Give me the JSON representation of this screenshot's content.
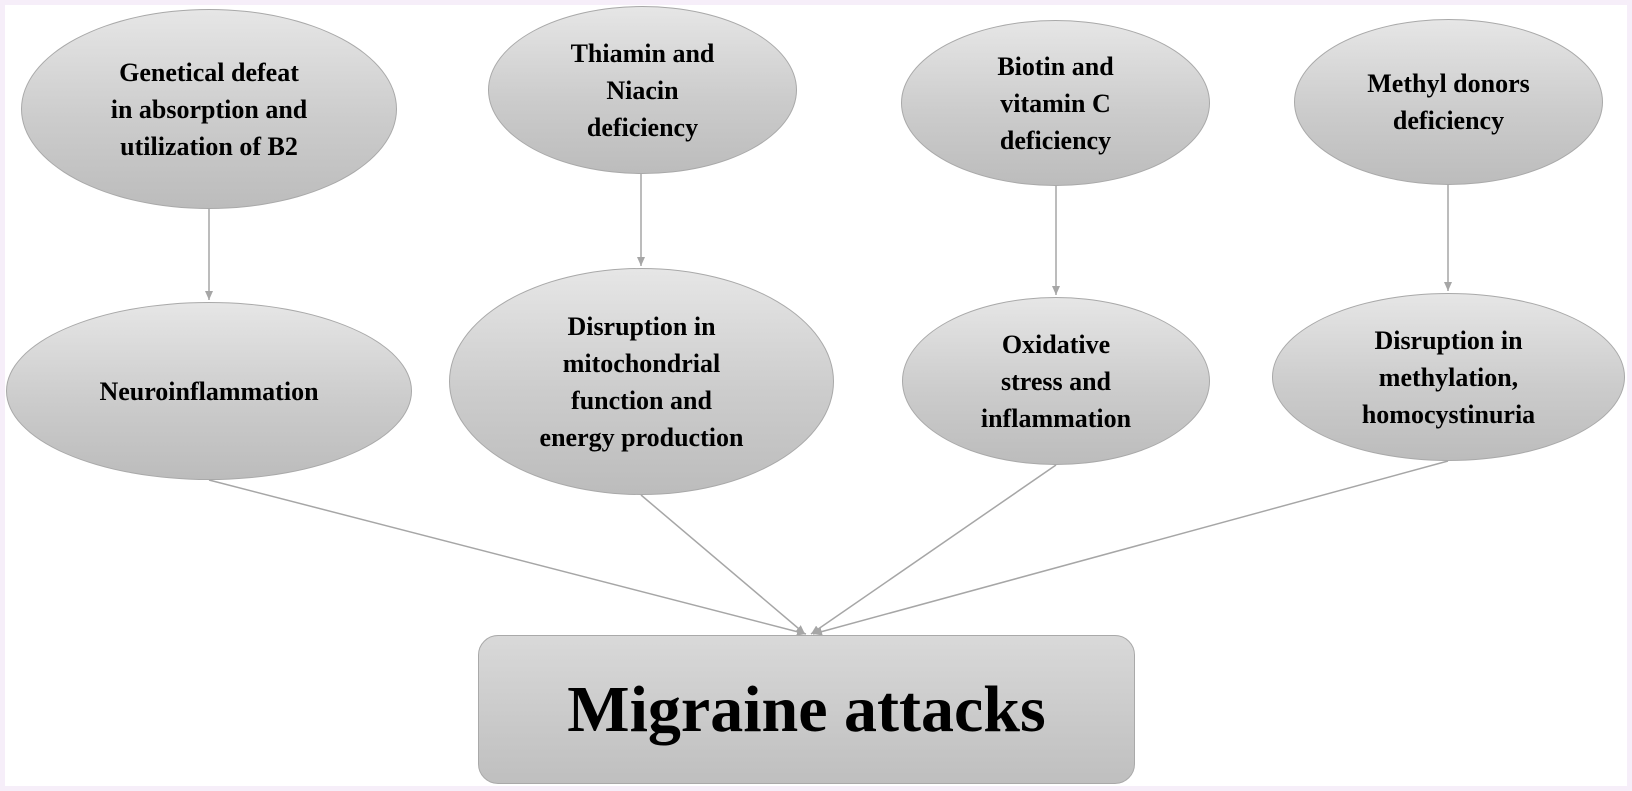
{
  "causes": [
    {
      "label": "Genetical defeat\nin absorption and\nutilization of B2"
    },
    {
      "label": "Thiamin and\nNiacin\ndeficiency"
    },
    {
      "label": "Biotin and\nvitamin C\ndeficiency"
    },
    {
      "label": "Methyl donors\ndeficiency"
    }
  ],
  "effects": [
    {
      "label": "Neuroinflammation"
    },
    {
      "label": "Disruption in\nmitochondrial\nfunction and\nenergy production"
    },
    {
      "label": "Oxidative\nstress and\ninflammation"
    },
    {
      "label": "Disruption in\nmethylation,\nhomocystinuria"
    }
  ],
  "outcome": {
    "label": "Migraine attacks"
  },
  "colors": {
    "node_fill": "#cccccc",
    "node_border": "#a9a9a9",
    "arrow": "#a6a6a6",
    "frame": "#f6eef9"
  }
}
